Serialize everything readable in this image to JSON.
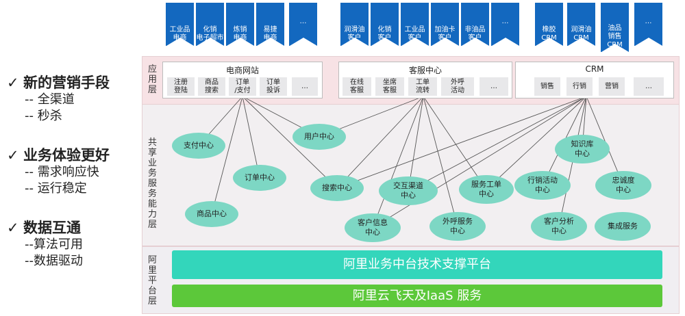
{
  "left_panel": [
    {
      "title": "新的营销手段",
      "items": [
        "-- 全渠道",
        "-- 秒杀"
      ]
    },
    {
      "title": "业务体验更好",
      "items": [
        "-- 需求响应快",
        "-- 运行稳定"
      ]
    },
    {
      "title": "数据互通",
      "items": [
        "--算法可用",
        "--数据驱动"
      ]
    }
  ],
  "layers": {
    "app": "应用层",
    "share": "共享业务服务能力层",
    "platform": "阿里平台层"
  },
  "banners": [
    "工业品\n电商",
    "化销\n电子超市",
    "炼销\n电商",
    "易捷\n电商",
    "…",
    "润滑油\n客户",
    "化销\n客户",
    "工业品\n客户",
    "加油卡\n客户",
    "非油品\n客户",
    "…",
    "橡胶\nCRM",
    "润滑油\nCRM",
    "油品\n销售\nCRM",
    "…"
  ],
  "boxes": [
    {
      "title": "电商网站",
      "subs": [
        "注册\n登陆",
        "商品\n搜索",
        "订单\n/支付",
        "订单\n投诉",
        "…"
      ]
    },
    {
      "title": "客服中心",
      "subs": [
        "在线\n客服",
        "坐席\n客服",
        "工单\n流转",
        "外呼\n活动",
        "…"
      ]
    },
    {
      "title": "CRM",
      "subs": [
        "销售",
        "行销",
        "营销",
        "…"
      ]
    }
  ],
  "nodes": [
    "支付中心",
    "用户中心",
    "订单中心",
    "搜索中心",
    "交互渠道\n中心",
    "服务工单\n中心",
    "商品中心",
    "客户信息\n中心",
    "外呼服务\n中心",
    "知识库\n中心",
    "行销活动\n中心",
    "忠诚度\n中心",
    "客户分析\n中心",
    "集成服务"
  ],
  "bars": [
    "阿里业务中台技术支撑平台",
    "阿里云飞天及IaaS 服务"
  ],
  "colors": {
    "banner": "#1368bf",
    "node": "#7dd7c4",
    "bar_top": "#33d6bb",
    "bar_bottom": "#5cc83a",
    "app_layer": "#f7e2e5"
  }
}
